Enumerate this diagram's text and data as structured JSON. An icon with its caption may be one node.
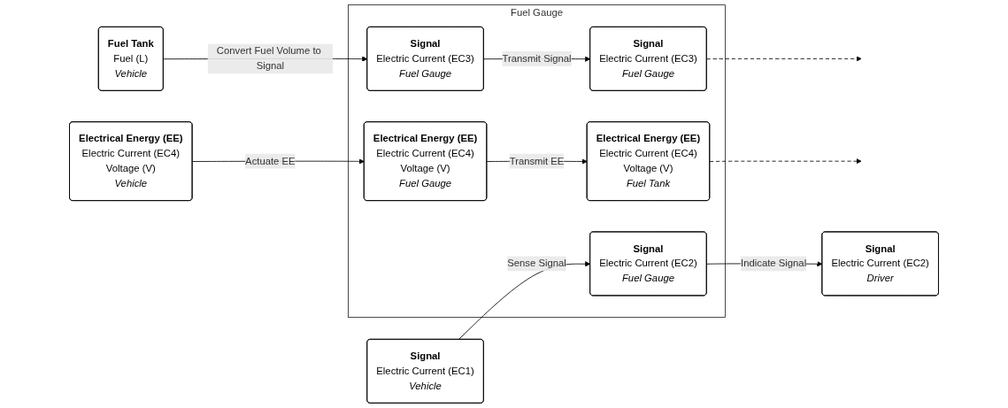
{
  "diagram": {
    "nodes": [
      {
        "text": [
          "Fuel Gauge"
        ]
      },
      {
        "text": [
          "Signal",
          "Electric Current (EC1)",
          "Vehicle"
        ]
      },
      {
        "text": [
          "Signal",
          "Electric Current (EC2)",
          "Fuel Gauge"
        ],
        "in": 0
      },
      {
        "text": [
          "Signal",
          "Electric Current (EC2)",
          "Driver"
        ]
      },
      {
        "text": [
          "Fuel Tank",
          "Fuel (L)",
          "Vehicle"
        ]
      },
      {
        "text": [
          "Signal",
          "Electric Current (EC3)",
          "Fuel Gauge"
        ],
        "in": 0
      },
      {
        "text": [
          "Signal",
          "Electric Current (EC3)",
          "Fuel Gauge"
        ],
        "in": 0
      },
      {
        "text": [
          "Electrical Energy (EE)",
          "Electric Current (EC4)",
          "Voltage (V)",
          "Vehicle"
        ]
      },
      {
        "text": [
          "Electrical Energy (EE)",
          "Electric Current (EC4)",
          "Voltage (V)",
          "Fuel Gauge"
        ],
        "in": 0
      },
      {
        "text": [
          "Electrical Energy (EE)",
          "Electric Current (EC4)",
          "Voltage (V)",
          "Fuel Tank"
        ],
        "in": 0
      }
    ],
    "edges": [
      {
        "from": 1,
        "to": 2,
        "arrow": "to",
        "label": "Sense Signal"
      },
      {
        "from": 2,
        "to": 3,
        "arrow": "to",
        "label": "Indicate Signal"
      },
      {
        "from": 4,
        "to": 5,
        "arrow": "to",
        "label": "Convert Fuel Volume to Signal"
      },
      {
        "from": 5,
        "to": 6,
        "arrow": "to",
        "label": "Transmit Signal"
      },
      {
        "from": 7,
        "to": 8,
        "arrow": "to",
        "label": "Actuate EE"
      },
      {
        "from": 8,
        "to": 9,
        "arrow": "to",
        "label": "Transmit EE"
      },
      {
        "from": 6,
        "to": null,
        "arrow": "to",
        "style": "dashed"
      },
      {
        "from": 9,
        "to": null,
        "arrow": "to",
        "style": "dashed"
      }
    ]
  }
}
